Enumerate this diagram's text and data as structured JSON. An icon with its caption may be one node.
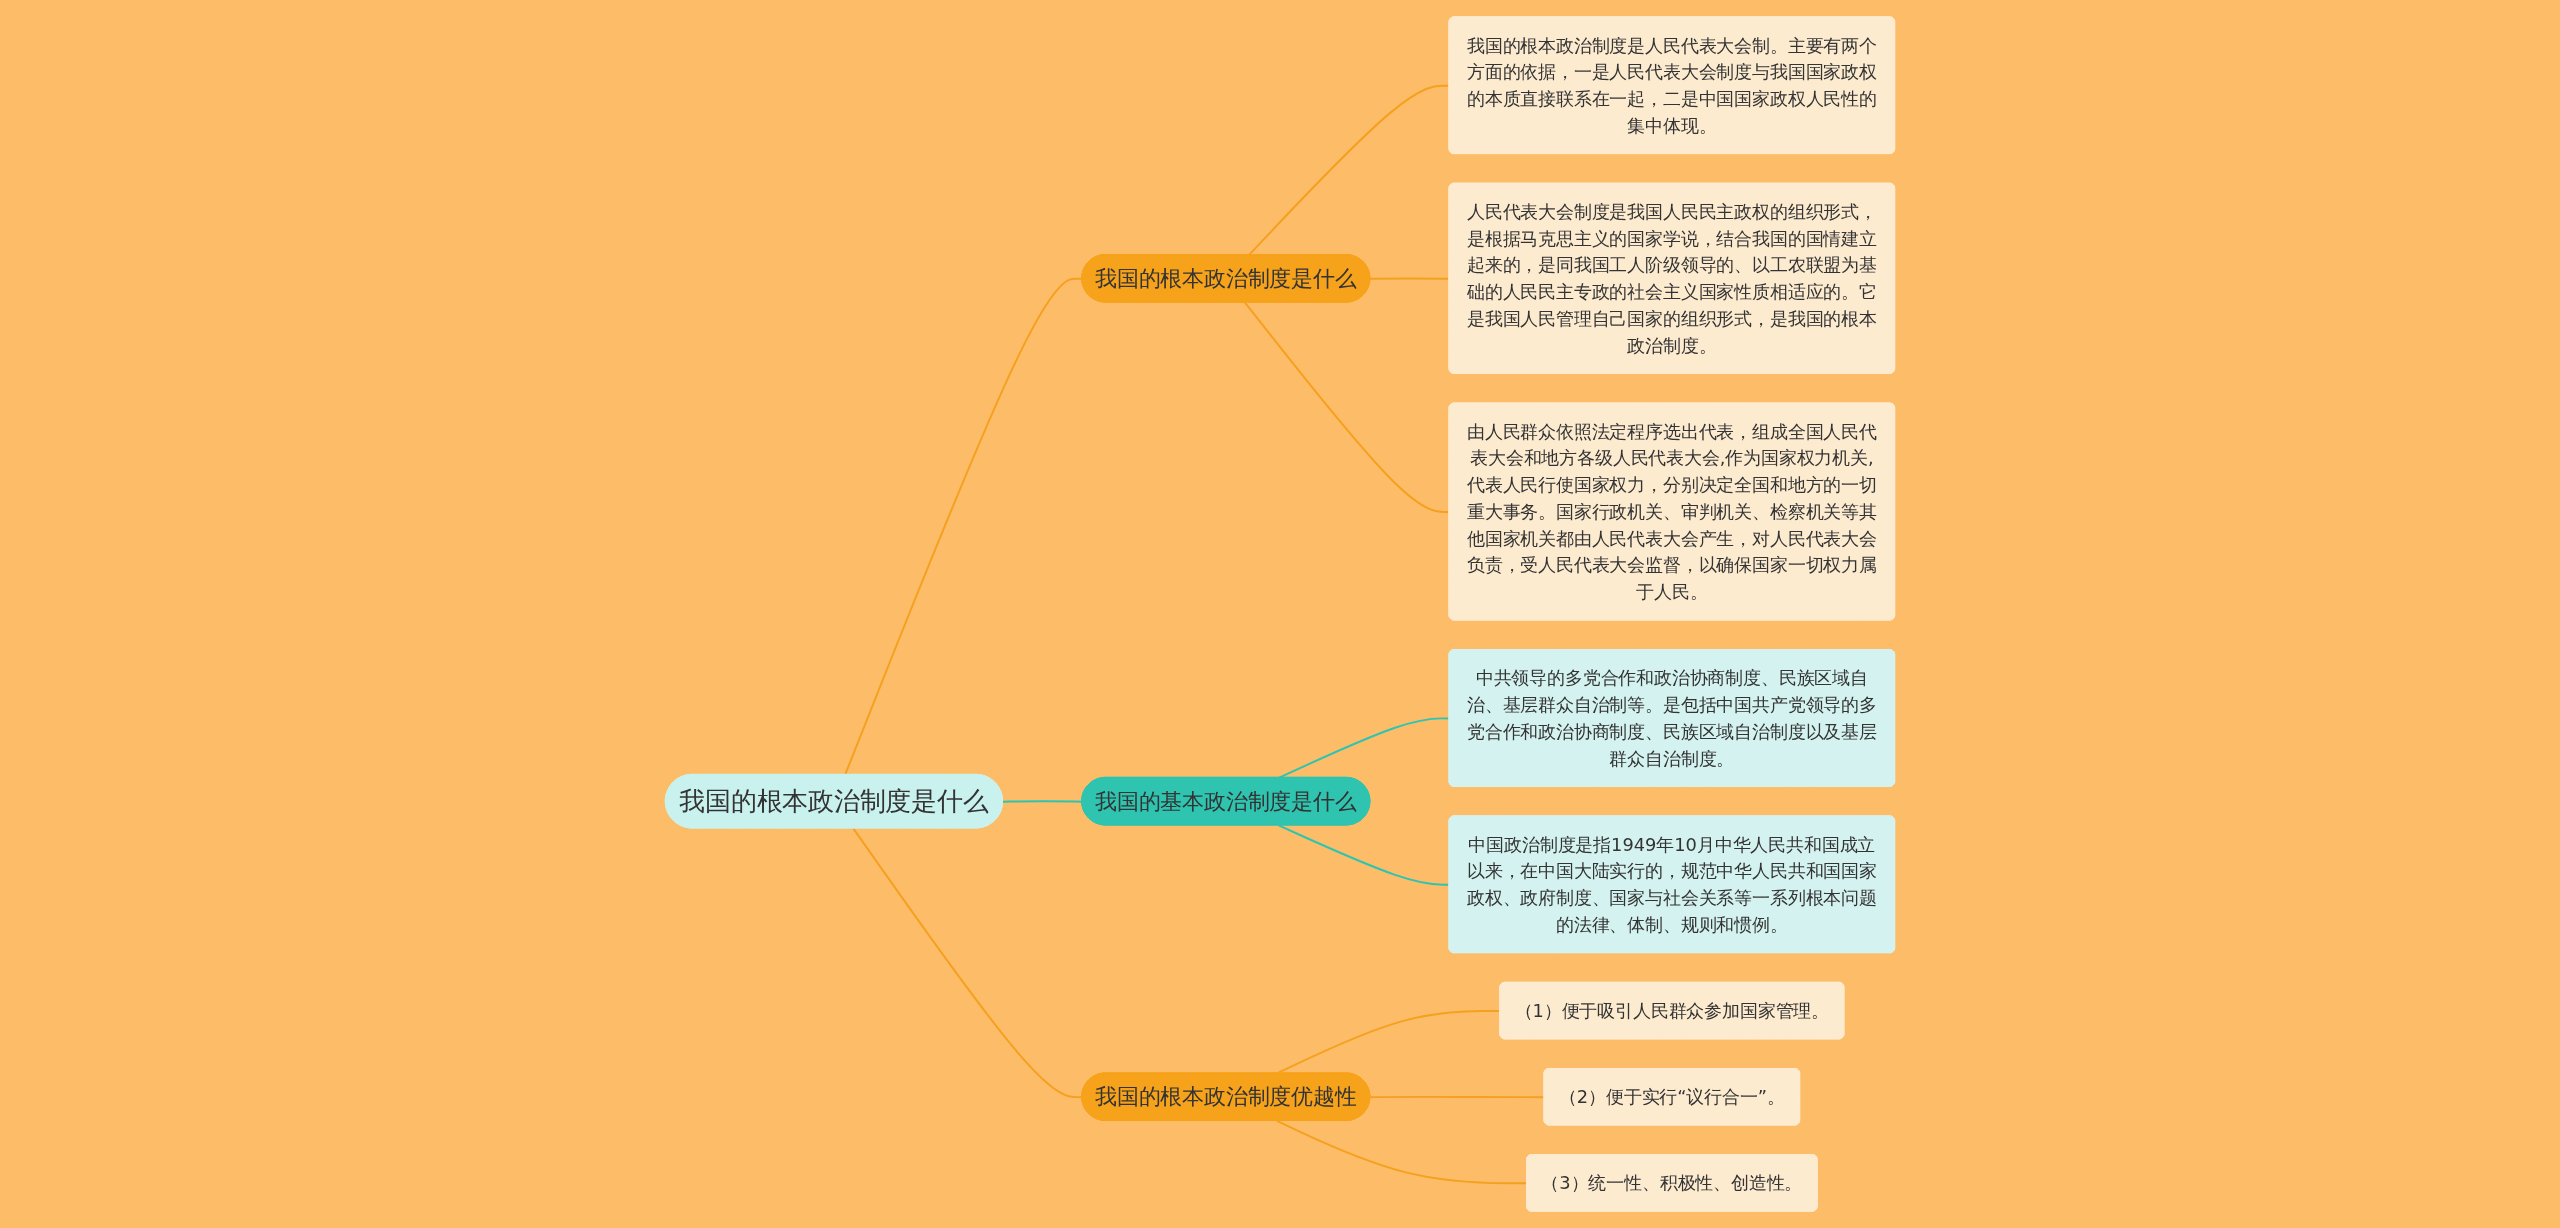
{
  "diagram": {
    "nodes": [
      {
        "text": [
          "我国的根本政治制度是什么"
        ]
      },
      {
        "text": [
          "我国的根本政治制度是什么"
        ]
      },
      {
        "text": [
          "我国的根本政治制度是人民代表大会制。主要有两个方面的依据，一是人民代表大会制度与我国国家政权的本质直接联系在一起，二是中国国家政权人民性的集中体现。"
        ]
      },
      {
        "text": [
          "人民代表大会制度是我国人民民主政权的组织形式，是根据马克思主义的国家学说，结合我国的国情建立起来的，是同我国工人阶级领导的、以工农联盟为基础的人民民主专政的社会主义国家性质相适应的。它是我国人民管理自己国家的组织形式，是我国的根本政治制度。"
        ]
      },
      {
        "text": [
          "由人民群众依照法定程序选出代表，组成全国人民代表大会和地方各级人民代表大会,作为国家权力机关,代表人民行使国家权力，分别决定全国和地方的一切重大事务。国家行政机关、审判机关、检察机关等其他国家机关都由人民代表大会产生，对人民代表大会负责，受人民代表大会监督，以确保国家一切权力属于人民。"
        ]
      },
      {
        "text": [
          "我国的基本政治制度是什么"
        ]
      },
      {
        "text": [
          "中共领导的多党合作和政治协商制度、民族区域自治、基层群众自治制等。是包括中国共产党领导的多党合作和政治协商制度、民族区域自治制度以及基层群众自治制度。"
        ]
      },
      {
        "text": [
          "中国政治制度是指1949年10月中华人民共和国成立以来，在中国大陆实行的，规范中华人民共和国国家政权、政府制度、国家与社会关系等一系列根本问题的法律、体制、规则和惯例。"
        ]
      },
      {
        "text": [
          "我国的根本政治制度优越性"
        ]
      },
      {
        "text": [
          "（1）便于吸引人民群众参加国家管理。"
        ]
      },
      {
        "text": [
          "（2）便于实行“议行合一”。"
        ]
      },
      {
        "text": [
          "（3）统一性、积极性、创造性。"
        ]
      }
    ],
    "edges": [
      {
        "from": 0,
        "to": 1,
        "arrow": "none"
      },
      {
        "from": 1,
        "to": 2,
        "arrow": "none"
      },
      {
        "from": 1,
        "to": 3,
        "arrow": "none"
      },
      {
        "from": 1,
        "to": 4,
        "arrow": "none"
      },
      {
        "from": 0,
        "to": 5,
        "arrow": "none",
        "color": "#2ec4b0"
      },
      {
        "from": 5,
        "to": 6,
        "arrow": "none",
        "color": "#2ec4b0"
      },
      {
        "from": 5,
        "to": 7,
        "arrow": "none",
        "color": "#2ec4b0"
      },
      {
        "from": 0,
        "to": 8,
        "arrow": "none"
      },
      {
        "from": 8,
        "to": 9,
        "arrow": "none"
      },
      {
        "from": 8,
        "to": 10,
        "arrow": "none"
      },
      {
        "from": 8,
        "to": 11,
        "arrow": "none"
      }
    ]
  }
}
